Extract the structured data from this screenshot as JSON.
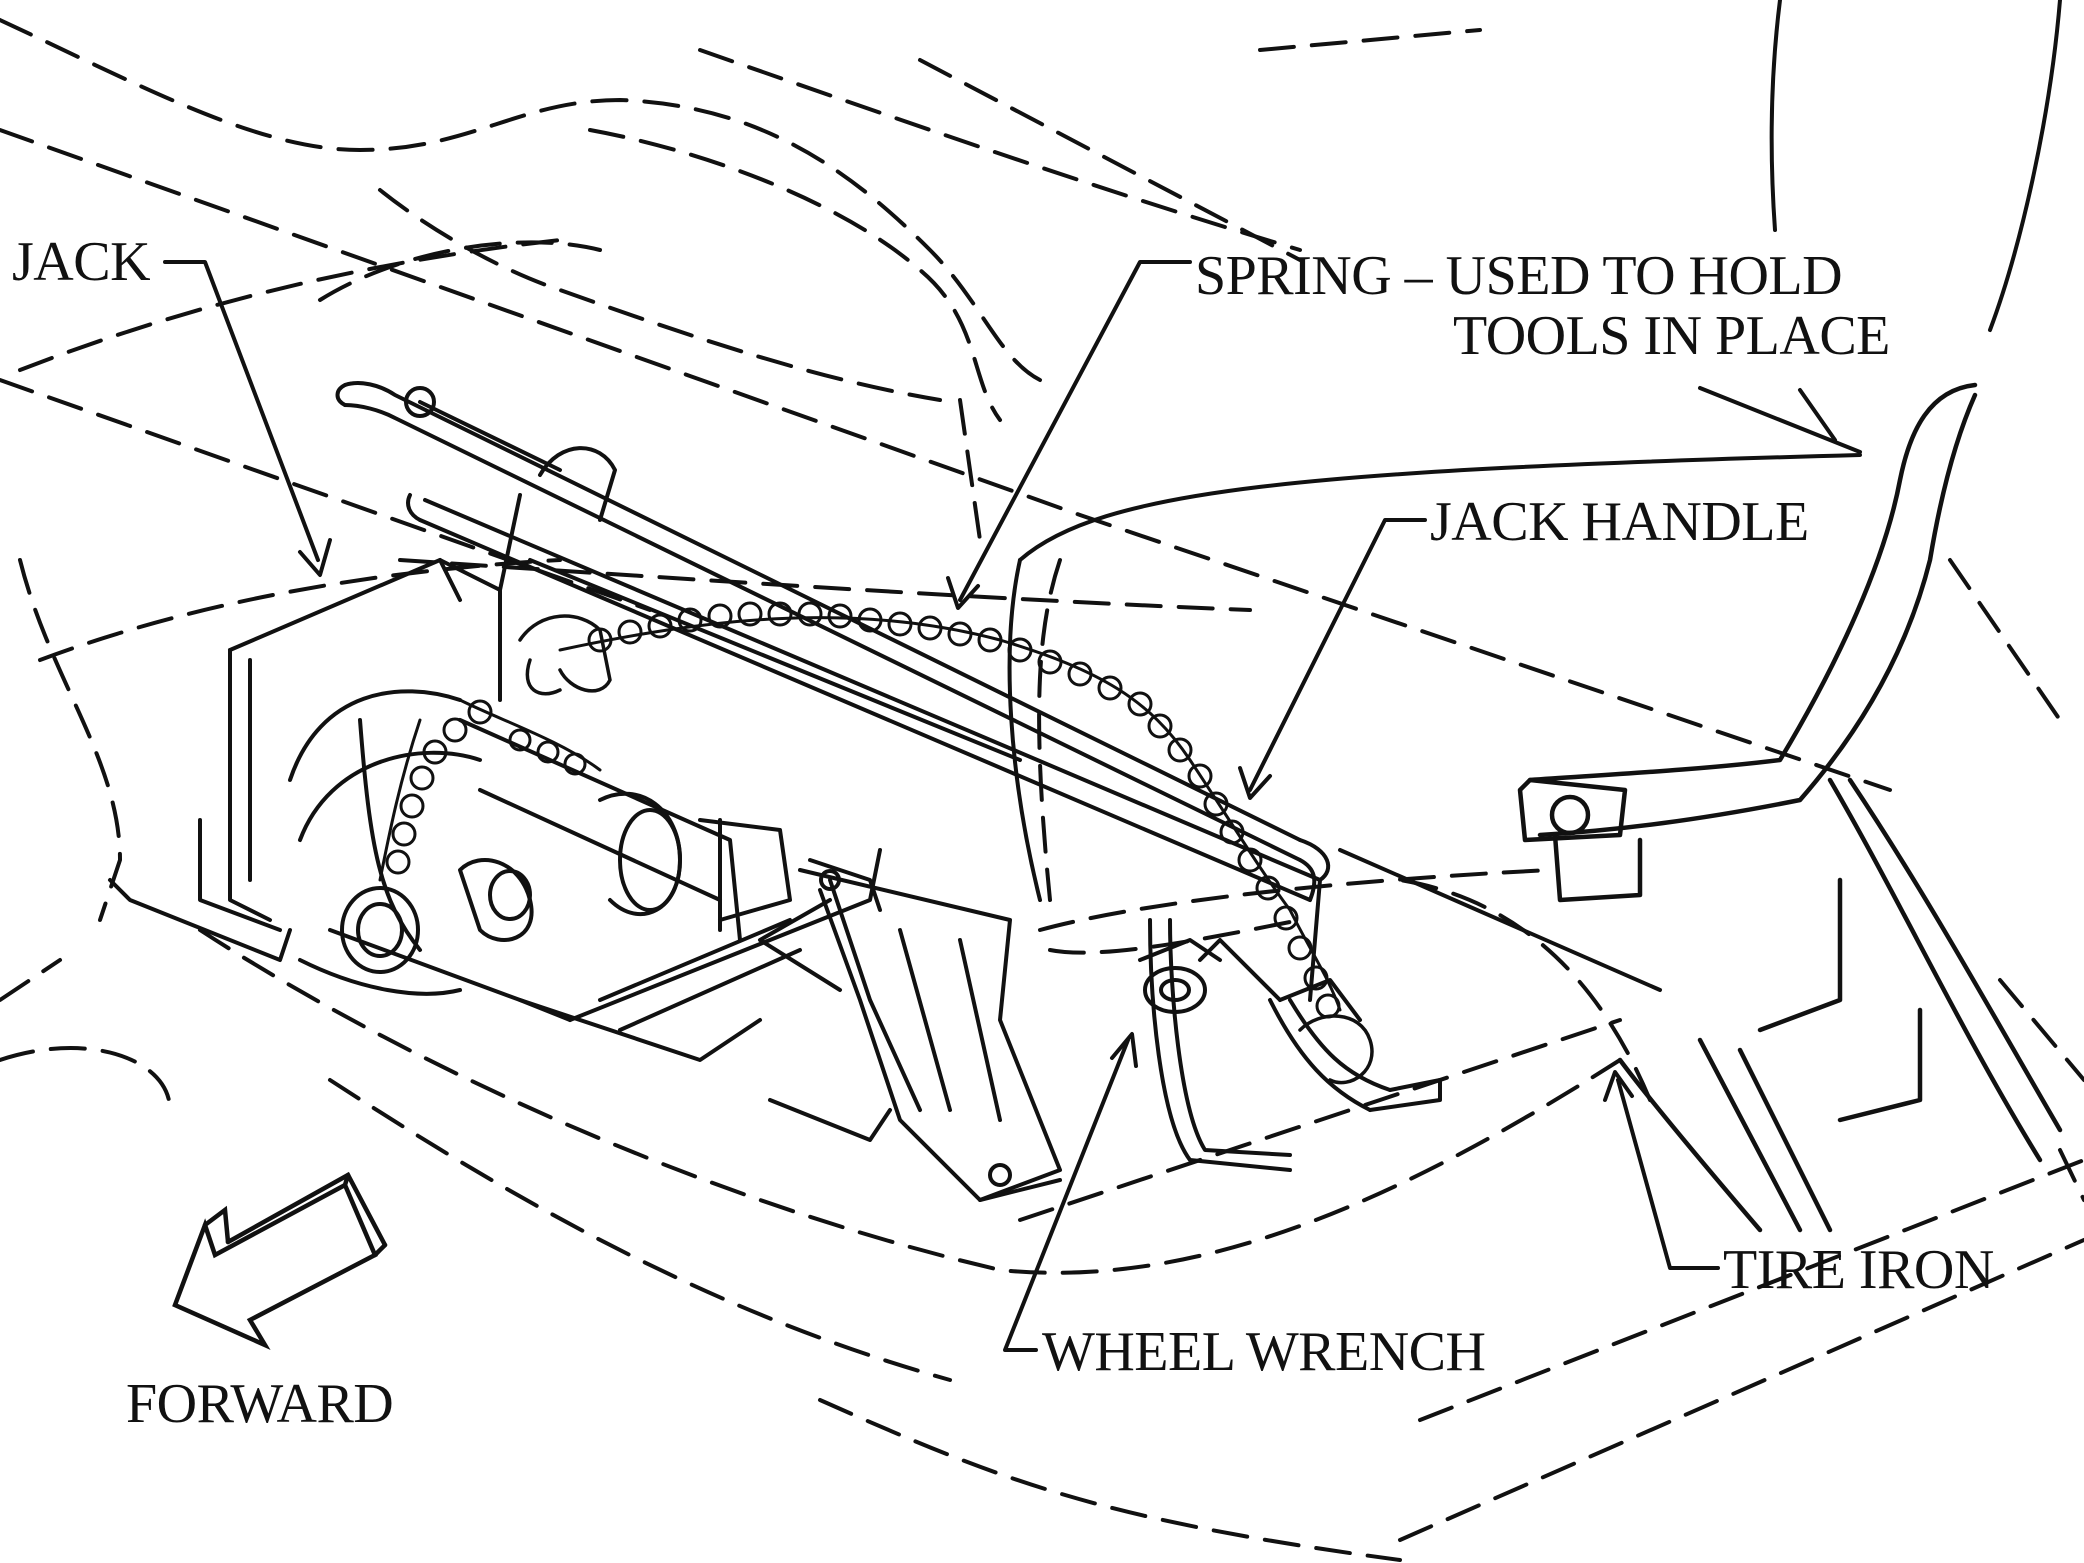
{
  "labels": {
    "jack": "JACK",
    "spring_line1": "SPRING – USED TO HOLD",
    "spring_line2": "TOOLS IN PLACE",
    "jack_handle": "JACK HANDLE",
    "tire_iron": "TIRE IRON",
    "wheel_wrench": "WHEEL WRENCH",
    "forward": "FORWARD"
  },
  "colors": {
    "ink": "#111111",
    "background": "#ffffff"
  }
}
